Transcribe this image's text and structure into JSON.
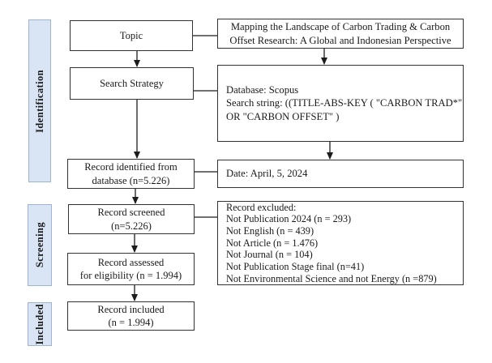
{
  "stages": {
    "identification": "Identification",
    "screening": "Screening",
    "included": "Included"
  },
  "flow": {
    "topic": {
      "lines": [
        "Topic"
      ]
    },
    "search_strategy": {
      "lines": [
        "Search Strategy"
      ]
    },
    "identified": {
      "lines": [
        "Record identified from",
        "database (n=5.226)"
      ]
    },
    "screened": {
      "lines": [
        "Record screened",
        "(n=5.226)"
      ]
    },
    "assessed": {
      "lines": [
        "Record assessed",
        "for eligibility (n = 1.994)"
      ]
    },
    "included": {
      "lines": [
        "Record included",
        "(n = 1.994)"
      ]
    }
  },
  "side": {
    "title": {
      "lines": [
        "Mapping the Landscape of Carbon Trading & Carbon",
        "Offset Research: A Global and Indonesian Perspective"
      ]
    },
    "search_query": {
      "lines": [
        "Database: Scopus",
        "Search string: ((TITLE-ABS-KEY ( \"CARBON TRAD*\"",
        "OR \"CARBON OFFSET\" )"
      ]
    },
    "date": {
      "lines": [
        "Date: April, 5, 2024"
      ]
    },
    "excluded": {
      "lines": [
        "Record excluded:",
        "Not Publication 2024 (n = 293)",
        "Not English (n = 439)",
        "Not Article (n = 1.476)",
        "Not Journal (n = 104)",
        "Not Publication Stage final (n=41)",
        "Not Environmental Science and not Energy (n =879)"
      ]
    }
  },
  "colors": {
    "stage_fill": "#d9e4f5",
    "stage_border": "#9db5d3",
    "box_border": "#333333",
    "line_color": "#1c1c1c",
    "text_color": "#1a1a1a",
    "bg": "#ffffff"
  }
}
